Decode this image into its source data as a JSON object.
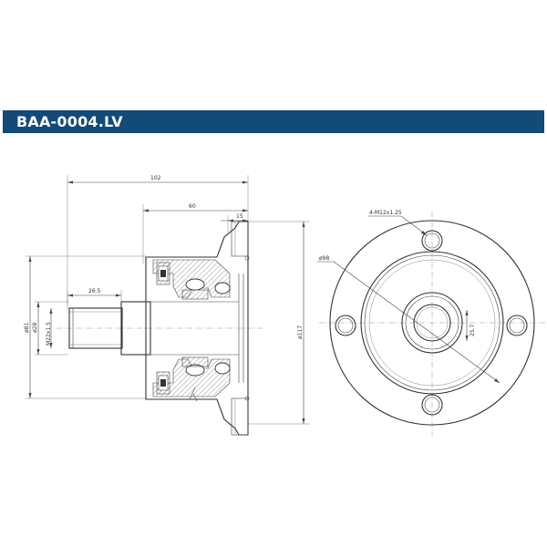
{
  "header": {
    "part_number": "BAA-0004.LV"
  },
  "dimensions": {
    "overall_length": "102",
    "flange_to_hub": "60",
    "flange_thickness": "15",
    "stub_length": "26.5",
    "outer_diameter_left": "ø81",
    "shaft_diameter": "ø28",
    "thread": "M22x1.5",
    "flange_diameter": "ø117",
    "bolt_thread": "4-M12x1.25",
    "pcd": "ø98",
    "bore_diameter": "25.7"
  },
  "colors": {
    "title_bar": "#134a78",
    "line": "#444444"
  }
}
